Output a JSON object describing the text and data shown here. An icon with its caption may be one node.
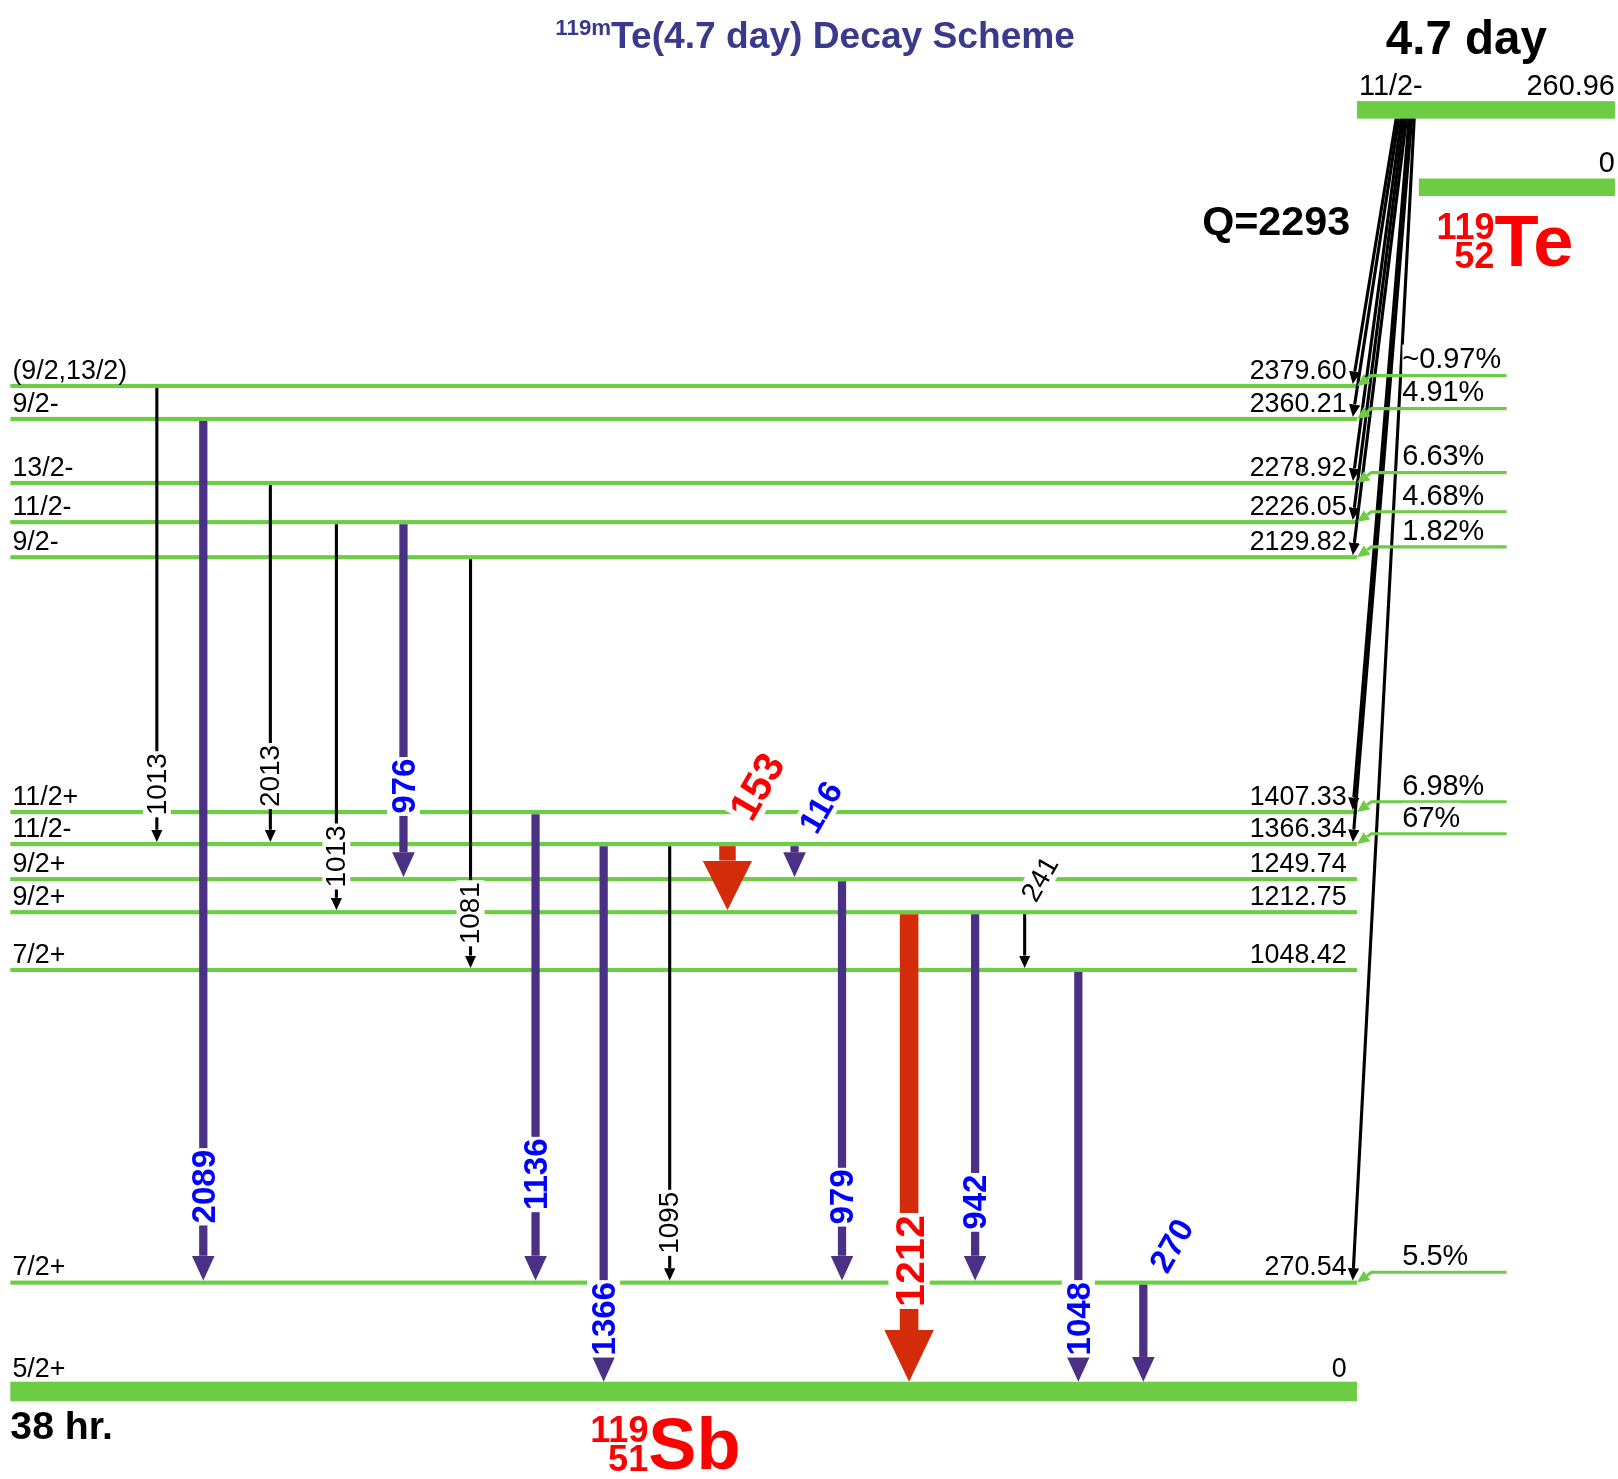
{
  "diagram": {
    "title": "$^{119m}$Te(4.7 day) Decay Scheme",
    "nodes": [
      {
        "text": [
          "11/2-",
          "260.96"
        ],
        "beside": [
          "4.7 day"
        ]
      },
      {
        "text": [
          "0"
        ]
      },
      {
        "text": [
          "(9/2,13/2)",
          "2379.60"
        ]
      },
      {
        "text": [
          "9/2-",
          "2360.21"
        ]
      },
      {
        "text": [
          "13/2-",
          "2278.92"
        ]
      },
      {
        "text": [
          "11/2-",
          "2226.05"
        ]
      },
      {
        "text": [
          "9/2-",
          "2129.82"
        ]
      },
      {
        "text": [
          "11/2+",
          "1407.33"
        ]
      },
      {
        "text": [
          "11/2-",
          "1366.34"
        ]
      },
      {
        "text": [
          "9/2+",
          "1249.74"
        ]
      },
      {
        "text": [
          "9/2+",
          "1212.75"
        ]
      },
      {
        "text": [
          "7/2+",
          "1048.42"
        ]
      },
      {
        "text": [
          "7/2+",
          "270.54"
        ]
      },
      {
        "text": [
          "5/2+",
          "0"
        ],
        "beside": [
          "38 hr."
        ]
      }
    ],
    "edges": [
      {
        "from": 2,
        "to": 8,
        "arrow": "to",
        "label": "1013"
      },
      {
        "from": 3,
        "to": 12,
        "arrow": "to",
        "label": "2089",
        "style": "thick",
        "color": "#4b3186"
      },
      {
        "from": 4,
        "to": 8,
        "arrow": "to",
        "label": "2013"
      },
      {
        "from": 5,
        "to": 10,
        "arrow": "to",
        "label": "1013"
      },
      {
        "from": 5,
        "to": 9,
        "arrow": "to",
        "label": "976",
        "style": "thick",
        "color": "#4b3186"
      },
      {
        "from": 6,
        "to": 11,
        "arrow": "to",
        "label": "1081"
      },
      {
        "from": 7,
        "to": 12,
        "arrow": "to",
        "label": "1136",
        "style": "thick",
        "color": "#4b3186"
      },
      {
        "from": 8,
        "to": 13,
        "arrow": "to",
        "label": "1366",
        "style": "thick",
        "color": "#4b3186"
      },
      {
        "from": 8,
        "to": 12,
        "arrow": "to",
        "label": "1095"
      },
      {
        "from": 8,
        "to": 10,
        "arrow": "to",
        "label": "153",
        "style": "thick",
        "color": "#d42b0b"
      },
      {
        "from": 8,
        "to": 9,
        "arrow": "to",
        "label": "116",
        "style": "thick",
        "color": "#4b3186"
      },
      {
        "from": 9,
        "to": 12,
        "arrow": "to",
        "label": "979",
        "style": "thick",
        "color": "#4b3186"
      },
      {
        "from": 10,
        "to": 13,
        "arrow": "to",
        "label": "1212",
        "style": "thick",
        "color": "#d42b0b"
      },
      {
        "from": 10,
        "to": 12,
        "arrow": "to",
        "label": "942",
        "style": "thick",
        "color": "#4b3186"
      },
      {
        "from": 10,
        "to": 11,
        "arrow": "to",
        "label": "241"
      },
      {
        "from": 11,
        "to": 13,
        "arrow": "to",
        "label": "1048",
        "style": "thick",
        "color": "#4b3186"
      },
      {
        "from": 12,
        "to": 13,
        "arrow": "to",
        "label": "270",
        "style": "thick",
        "color": "#4b3186"
      },
      {
        "from": 0,
        "to": 2,
        "arrow": "to"
      },
      {
        "from": 0,
        "to": 3,
        "arrow": "to"
      },
      {
        "from": 0,
        "to": 4,
        "arrow": "to"
      },
      {
        "from": 0,
        "to": 5,
        "arrow": "to"
      },
      {
        "from": 0,
        "to": 6,
        "arrow": "to"
      },
      {
        "from": 0,
        "to": 7,
        "arrow": "to"
      },
      {
        "from": 0,
        "to": 8,
        "arrow": "to"
      },
      {
        "from": 0,
        "to": 12,
        "arrow": "to"
      },
      {
        "from": null,
        "to": 2,
        "arrow": "to",
        "label": "~0.97%",
        "color": "#6ccc44"
      },
      {
        "from": null,
        "to": 3,
        "arrow": "to",
        "label": "4.91%",
        "color": "#6ccc44"
      },
      {
        "from": null,
        "to": 4,
        "arrow": "to",
        "label": "6.63%",
        "color": "#6ccc44"
      },
      {
        "from": null,
        "to": 5,
        "arrow": "to",
        "label": "4.68%",
        "color": "#6ccc44"
      },
      {
        "from": null,
        "to": 6,
        "arrow": "to",
        "label": "1.82%",
        "color": "#6ccc44"
      },
      {
        "from": null,
        "to": 7,
        "arrow": "to",
        "label": "6.98%",
        "color": "#6ccc44"
      },
      {
        "from": null,
        "to": 8,
        "arrow": "to",
        "label": "67%",
        "color": "#6ccc44"
      },
      {
        "from": null,
        "to": 12,
        "arrow": "to",
        "label": "5.5%",
        "color": "#6ccc44"
      }
    ],
    "labels": [
      "Q=2293",
      "$^{119}$$_{52}$Te",
      "$^{119}$$_{51}$Sb"
    ]
  }
}
